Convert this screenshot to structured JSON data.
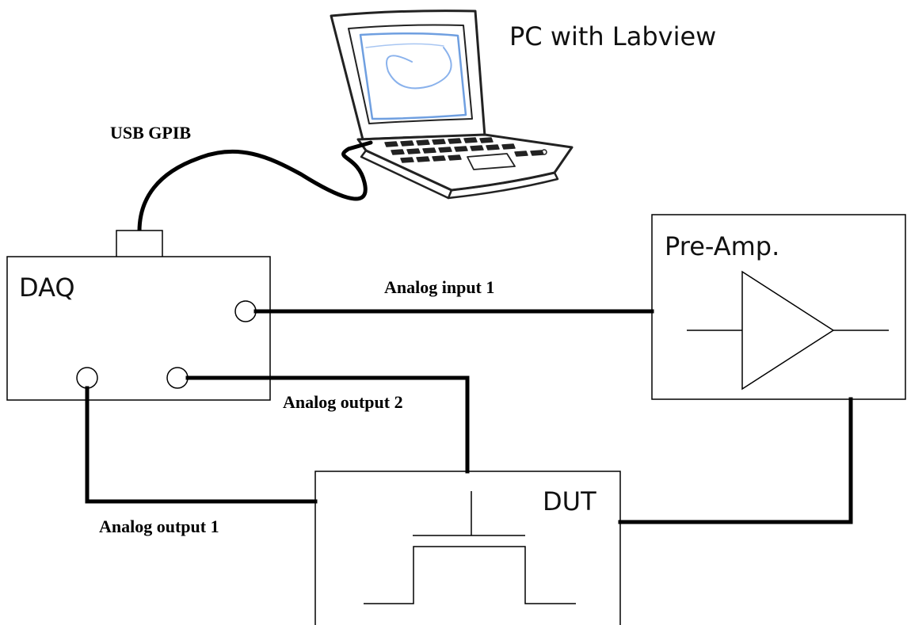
{
  "diagram": {
    "pc": {
      "label": "PC with Labview"
    },
    "daq": {
      "label": "DAQ"
    },
    "preamp": {
      "label": "Pre-Amp."
    },
    "dut": {
      "label": "DUT"
    },
    "connections": {
      "usb": "USB GPIB",
      "analog_input_1": "Analog input 1",
      "analog_output_2": "Analog output 2",
      "analog_output_1": "Analog output 1"
    }
  }
}
